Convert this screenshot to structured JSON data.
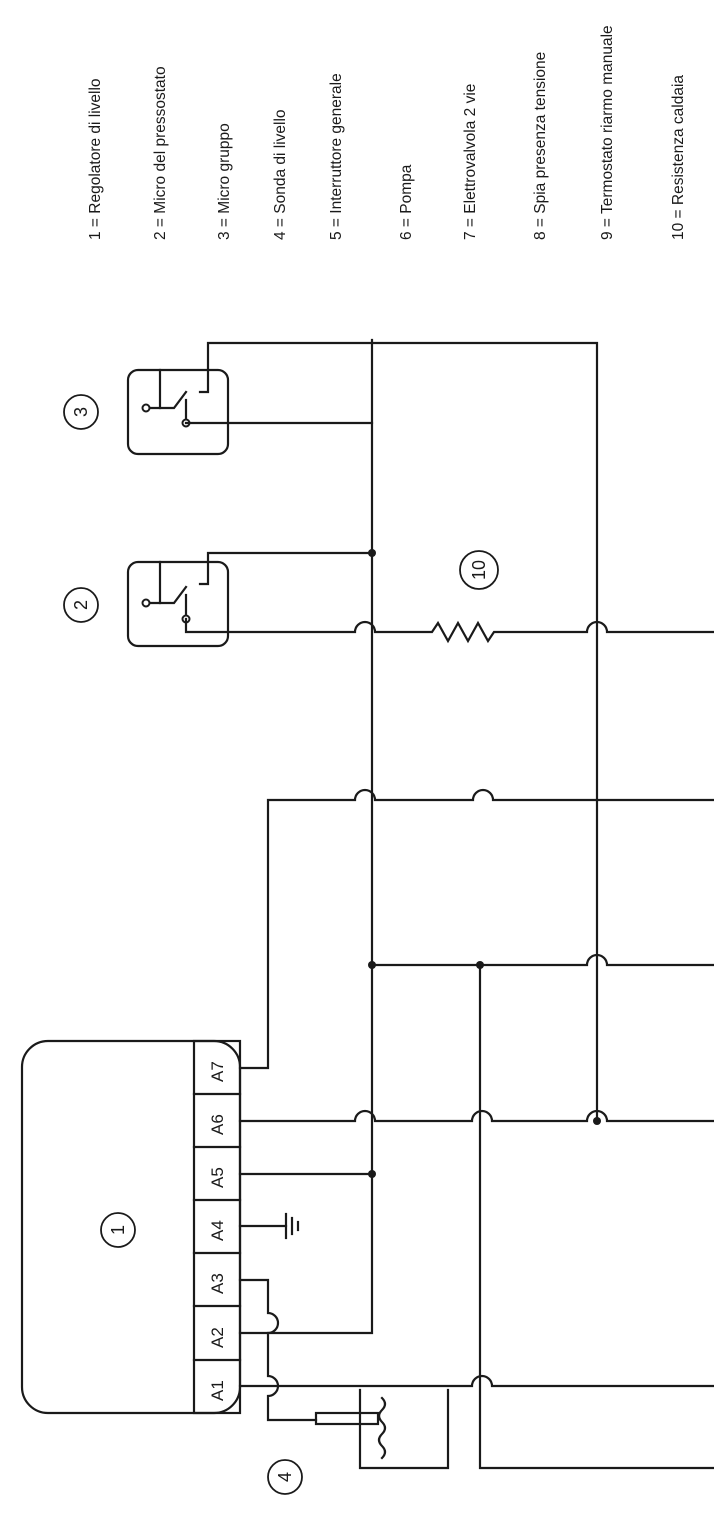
{
  "legend": [
    {
      "number": "1",
      "text": "1 = Regolatore di livello"
    },
    {
      "number": "2",
      "text": "2 = Micro del pressostato"
    },
    {
      "number": "3",
      "text": "3 = Micro gruppo"
    },
    {
      "number": "4",
      "text": "4 = Sonda di livello"
    },
    {
      "number": "5",
      "text": "5 = Interruttore generale"
    },
    {
      "number": "6",
      "text": "6 = Pompa"
    },
    {
      "number": "7",
      "text": "7 = Elettrovalvola 2 vie"
    },
    {
      "number": "8",
      "text": "8 = Spia presenza tensione"
    },
    {
      "number": "9",
      "text": "9 = Termostato riarmo manuale"
    },
    {
      "number": "10",
      "text": "10 = Resistenza caldaia"
    }
  ],
  "callouts": {
    "regolatore": "1",
    "micro_pressostato": "2",
    "micro_gruppo": "3",
    "sonda": "4",
    "resistenza": "10"
  },
  "terminals": [
    "A1",
    "A2",
    "A3",
    "A4",
    "A5",
    "A6",
    "A7"
  ],
  "colors": {
    "line": "#1a1a1a",
    "background": "#ffffff"
  }
}
